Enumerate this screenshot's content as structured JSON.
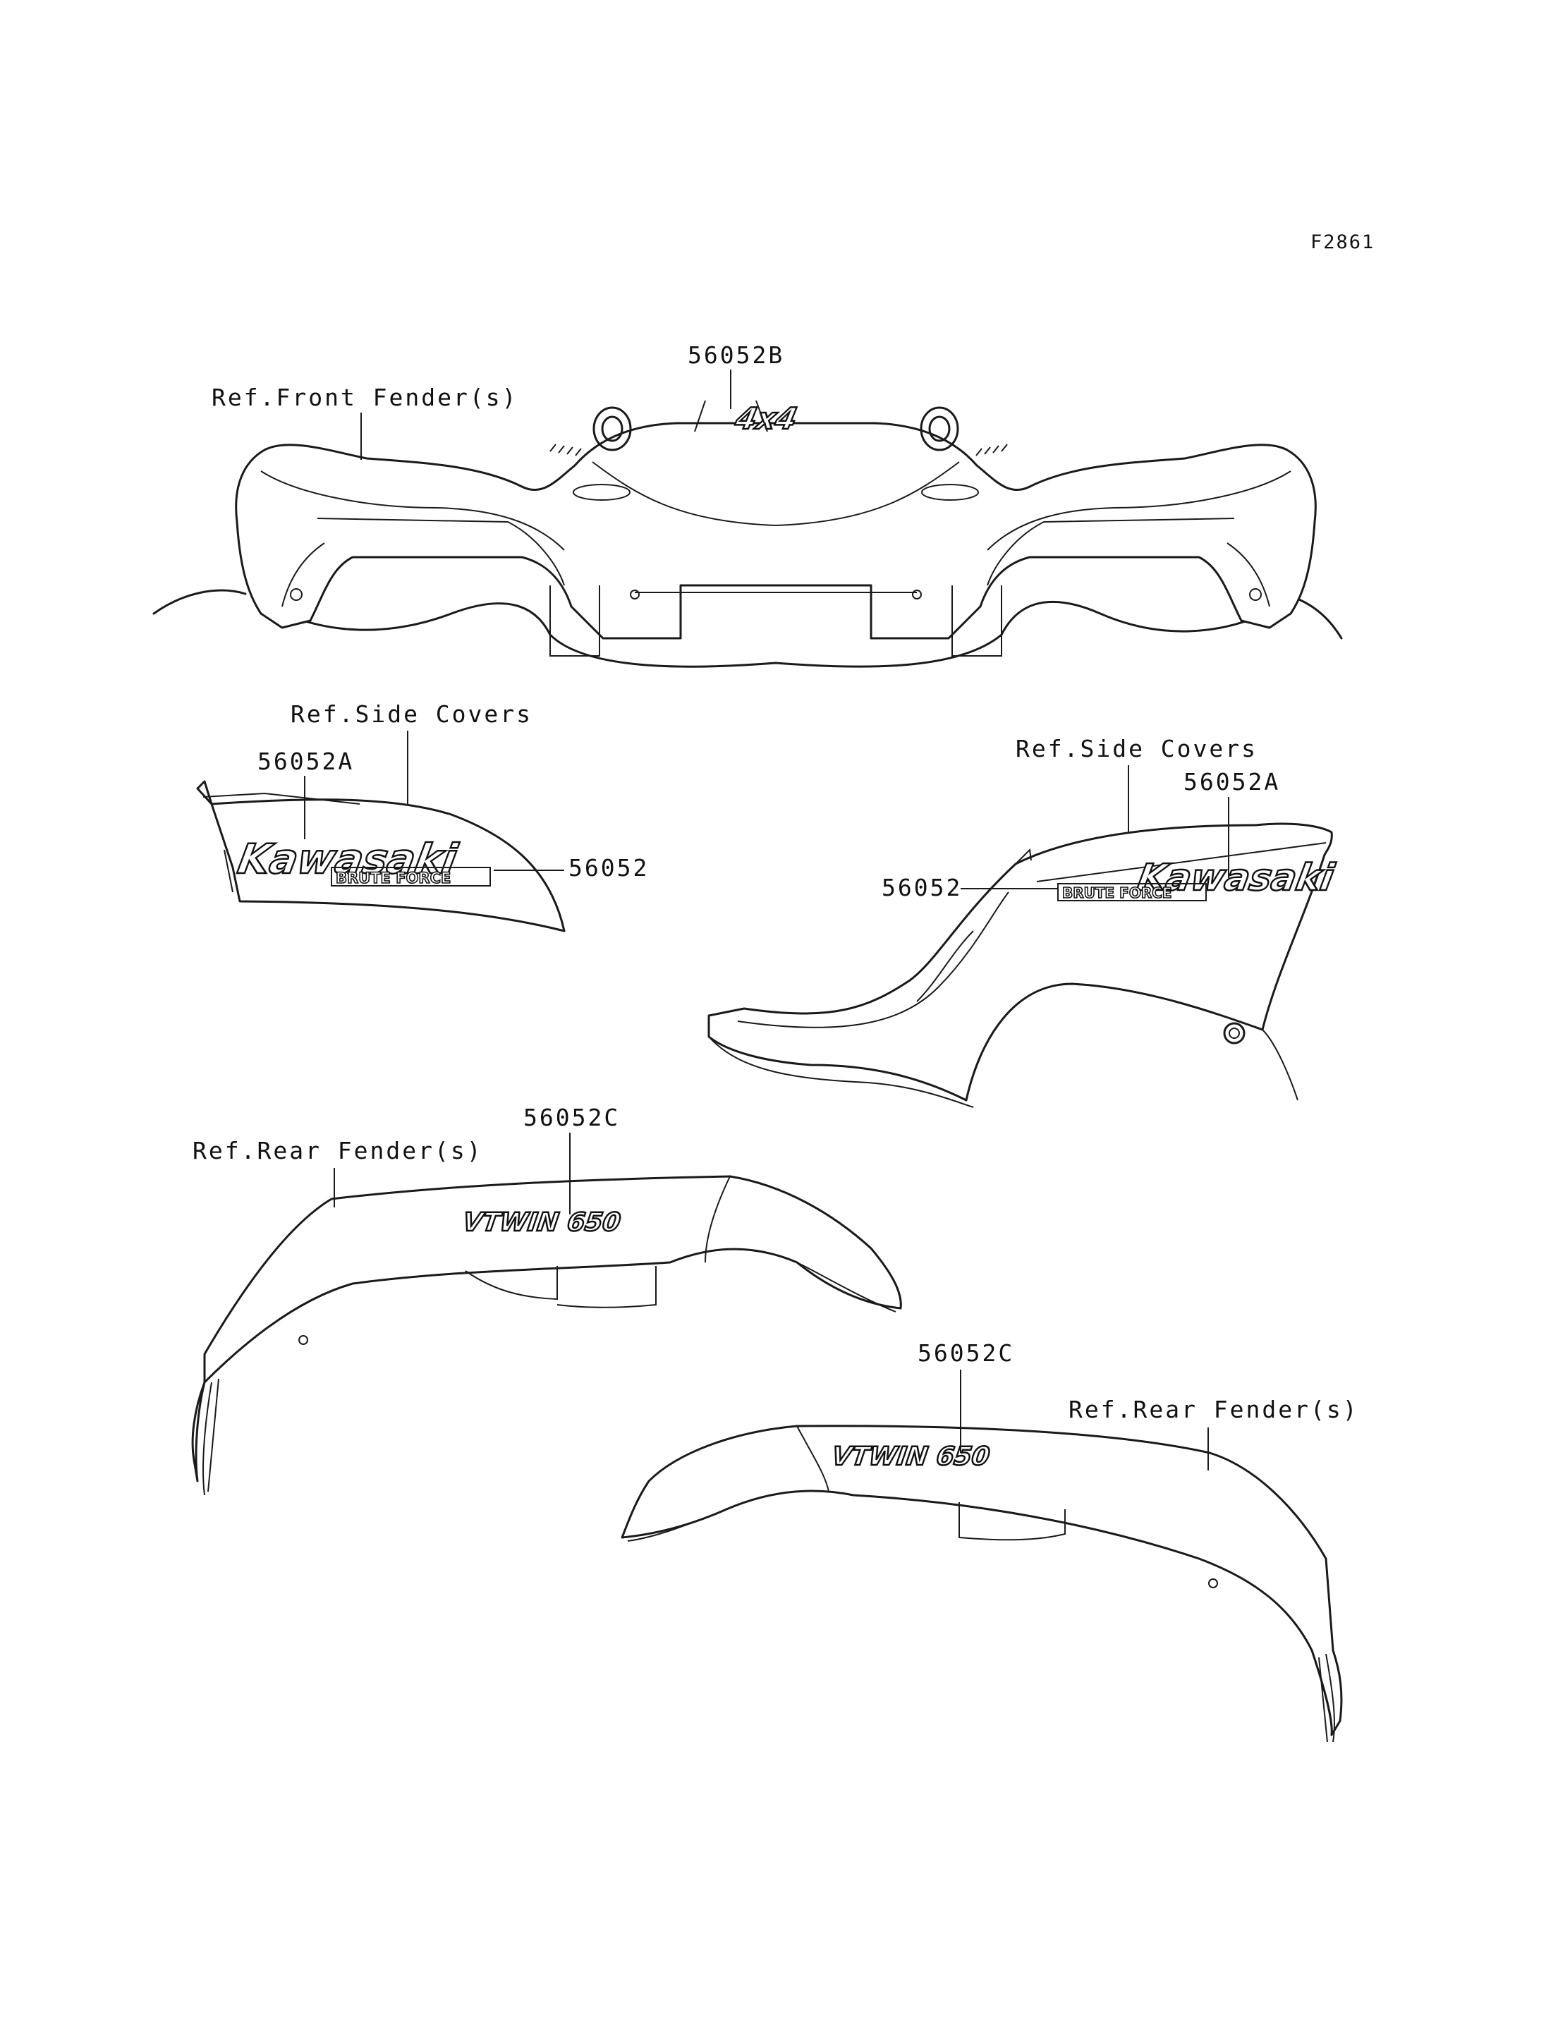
{
  "diagram_code": "F2861",
  "labels": {
    "part_b": "56052B",
    "ref_front_fender": "Ref.Front Fender(s)",
    "ref_side_covers_left": "Ref.Side Covers",
    "part_a_left": "56052A",
    "part_left": "56052",
    "ref_side_covers_right": "Ref.Side Covers",
    "part_a_right": "56052A",
    "part_right": "56052",
    "part_c_upper": "56052C",
    "ref_rear_fender_upper": "Ref.Rear Fender(s)",
    "part_c_lower": "56052C",
    "ref_rear_fender_lower": "Ref.Rear Fender(s)"
  },
  "decals": {
    "four_by_four": "4x4",
    "brand": "Kawasaki",
    "model": "BRUTE FORCE",
    "engine": "VTWIN 650"
  }
}
